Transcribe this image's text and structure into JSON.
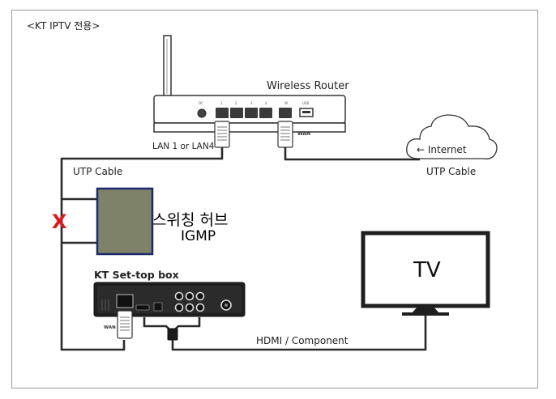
{
  "labels": {
    "title": "<KT IPTV 전용>",
    "router": "Wireless Router",
    "lan_port": "LAN 1 or LAN4",
    "wan_port": "WAN",
    "internet": "← Internet",
    "utp_cable_left": "UTP Cable",
    "utp_cable_right": "UTP Cable",
    "hub_name": "스위칭 허브",
    "hub_feature": "IGMP",
    "stb": "KT Set-top box",
    "stb_wan": "WAN",
    "hdmi": "HDMI / Component",
    "tv": "TV",
    "x_mark": "X"
  },
  "colors": {
    "frame": "#9a9a9a",
    "cable": "#2a2a2a",
    "hub_fill": "#7e8269",
    "hub_border": "#1c2a6b",
    "x_mark": "#e01818",
    "router_body": "#ffffff",
    "stb_body": "#1f1f1f"
  },
  "icons": [
    "antenna-icon",
    "cloud-icon",
    "rj45-plug-icon",
    "hdmi-plug-icon",
    "tv-icon",
    "usb-port-icon"
  ]
}
